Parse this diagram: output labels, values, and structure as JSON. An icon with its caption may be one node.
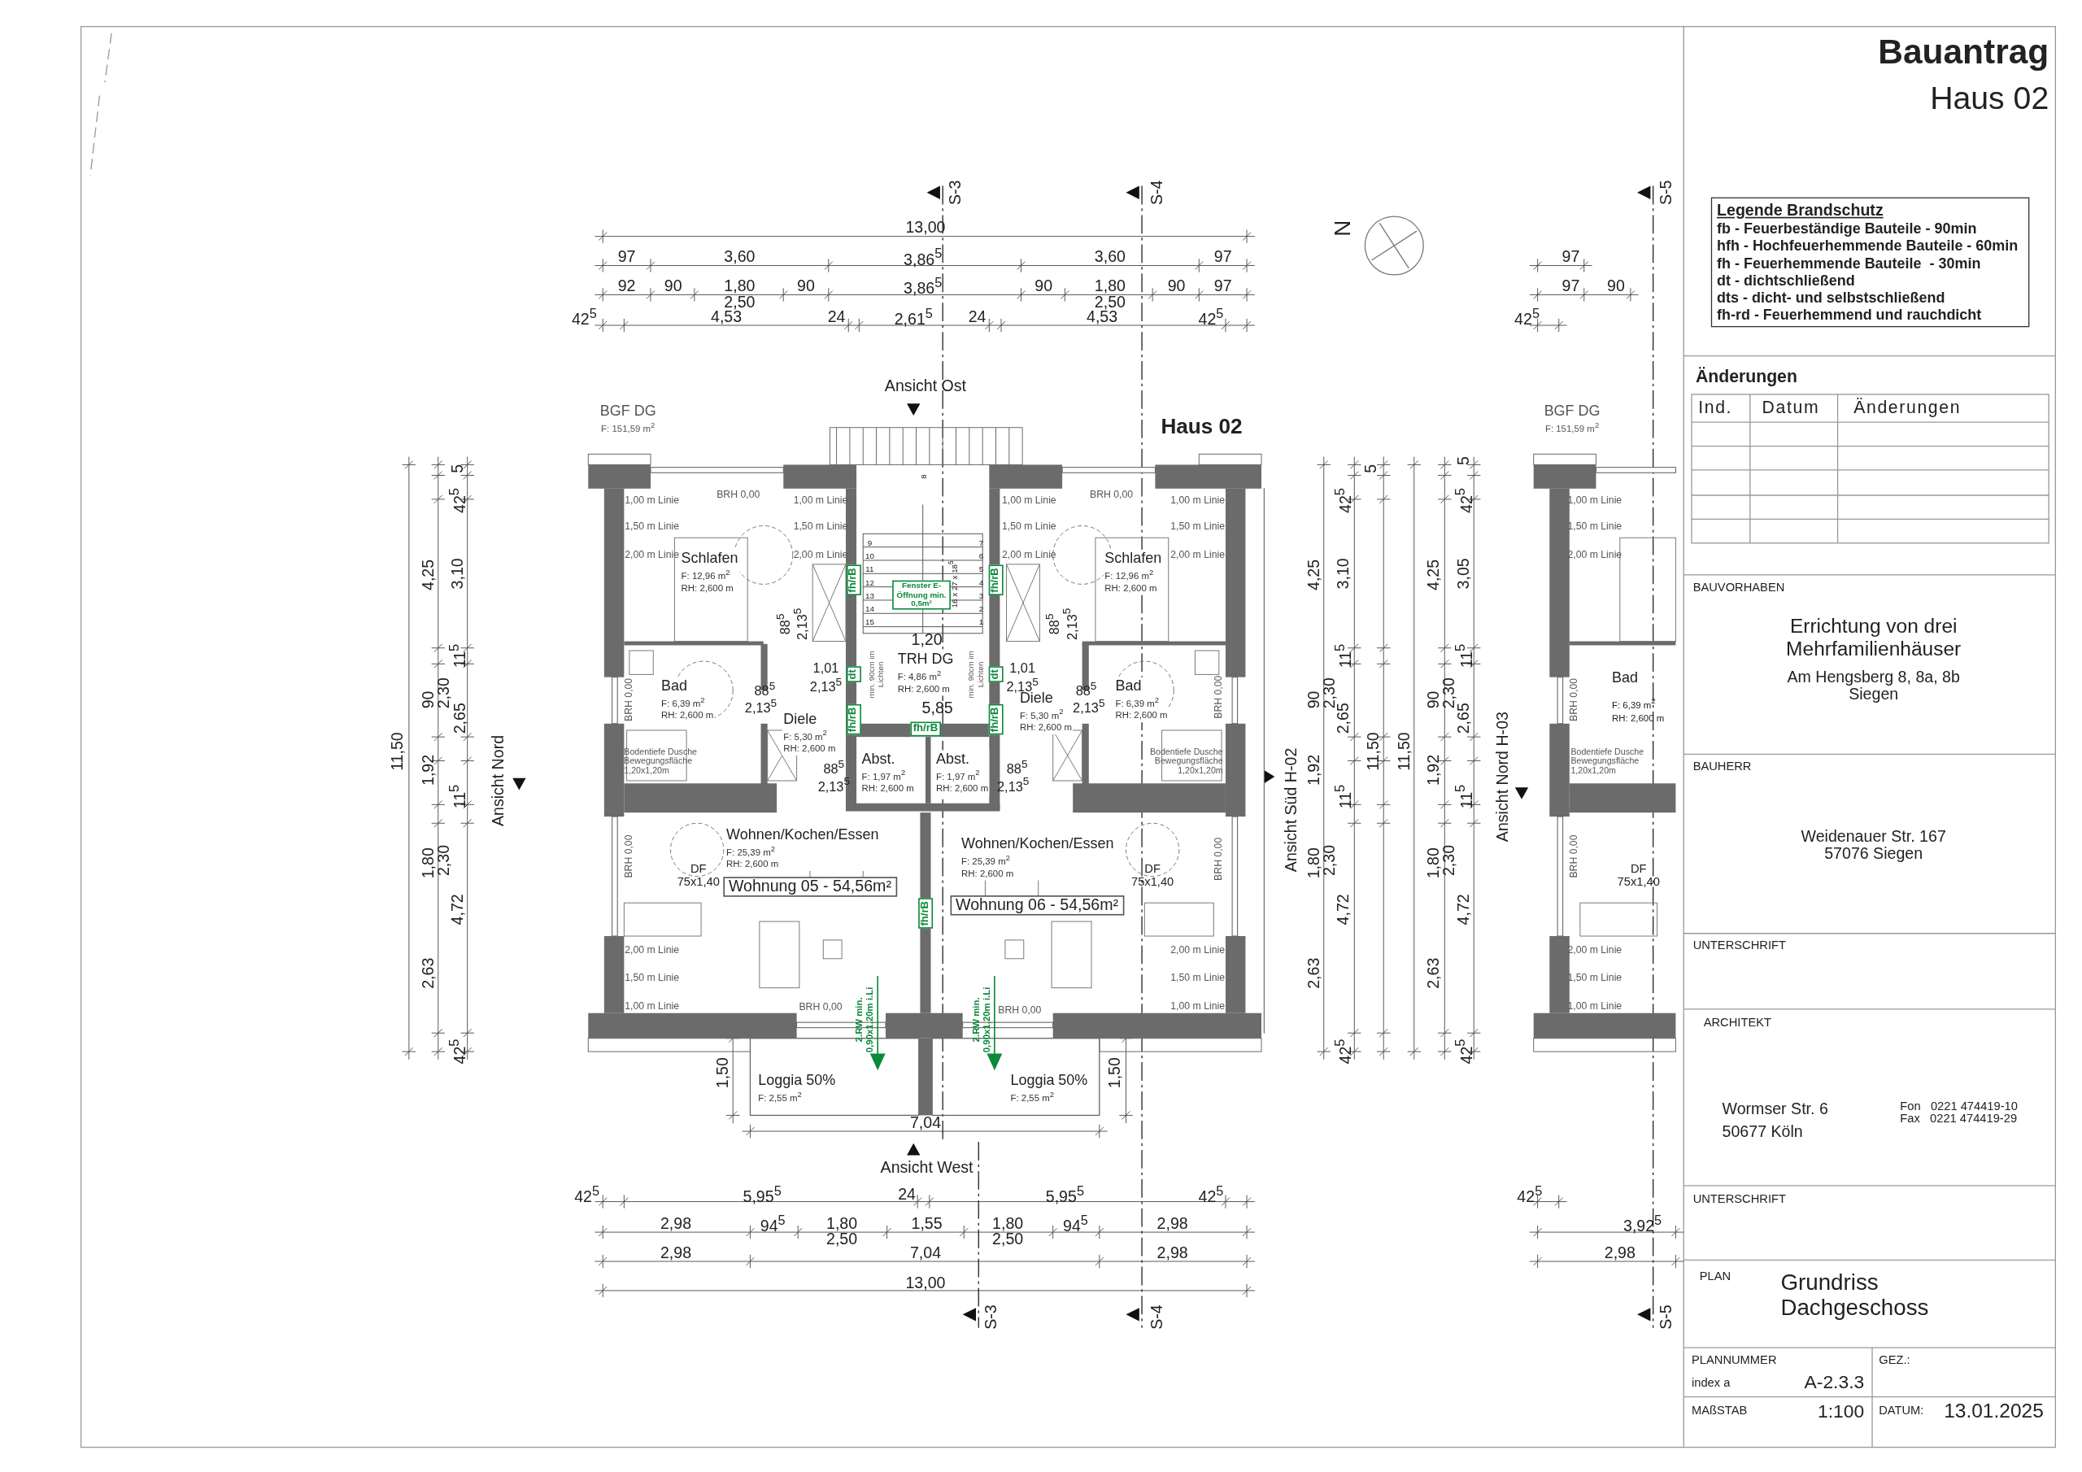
{
  "diagram": {
    "nodes": [
      {
        "text": [
          "Schlafen",
          "F: 12,96 m$^{2}$",
          "RH: 2,600 m"
        ]
      },
      {
        "text": [
          "Bad",
          "F: 6,39 m$^{2}$",
          "RH: 2,600 m"
        ]
      },
      {
        "text": [
          "Diele",
          "F: 5,30 m$^{2}$",
          "RH: 2,600 m"
        ]
      },
      {
        "text": [
          "Abst.",
          "F: 1,97 m$^{2}$",
          "RH: 2,600 m"
        ]
      },
      {
        "text": [
          "TRH DG",
          "F: 4,86 m$^{2}$",
          "RH: 2,600 m"
        ]
      },
      {
        "text": [
          "Abst.",
          "F: 1,97 m$^{2}$",
          "RH: 2,600 m"
        ]
      },
      {
        "text": [
          "Schlafen",
          "F: 12,96 m$^{2}$",
          "RH: 2,600 m"
        ]
      },
      {
        "text": [
          "Diele",
          "F: 5,30 m$^{2}$",
          "RH: 2,600 m"
        ]
      },
      {
        "text": [
          "Bad",
          "F: 6,39 m$^{2}$",
          "RH: 2,600 m"
        ]
      },
      {
        "text": [
          "Wohnen/Kochen/Essen",
          "F: 25,39 m$^{2}$",
          "RH: 2,600 m"
        ]
      },
      {
        "text": [
          "Wohnen/Kochen/Essen",
          "F: 25,39 m$^{2}$",
          "RH: 2,600 m"
        ]
      },
      {
        "text": [
          "Loggia 50%",
          "F: 2,55 m$^{2}$"
        ]
      },
      {
        "text": [
          "Loggia 50%",
          "F: 2,55 m$^{2}$"
        ]
      }
    ],
    "labels": [
      "13,00",
      "97",
      "3,60",
      "3,86$^{5}$",
      "3,60",
      "97",
      "92",
      "90",
      "1,80",
      "90",
      "3,86$^{5}$",
      "90",
      "1,80",
      "90",
      "97",
      "2,50",
      "2,50",
      "42$^{5}$",
      "4,53",
      "24",
      "2,61$^{5}$",
      "24",
      "4,53",
      "42$^{5}$",
      "S-3",
      "S-4",
      "S-5",
      "Ansicht Ost",
      "BGF DG",
      "F: 151,59 m$^{2}$",
      "Haus 02",
      "N",
      "BGF DG",
      "F: 151,59 m$^{2}$",
      "97",
      "97",
      "90",
      "42$^{5}$",
      "11,50",
      "4,25",
      "90",
      "1,92",
      "1,80",
      "2,63",
      "5",
      "42$^{5}$",
      "3,10",
      "11$^{5}$",
      "2,30",
      "2,65",
      "11$^{5}$",
      "2,30",
      "4,72",
      "42$^{5}$",
      "Ansicht Nord",
      "4,25",
      "3,10",
      "5",
      "42$^{5}$",
      "11$^{5}$",
      "90",
      "2,30",
      "2,65",
      "1,92",
      "11$^{5}$",
      "1,80",
      "2,30",
      "4,72",
      "2,63",
      "42$^{5}$",
      "11,50",
      "Ansicht Süd H-02",
      "11,50",
      "4,25",
      "3,05",
      "5",
      "42$^{5}$",
      "11$^{5}$",
      "90",
      "2,30",
      "2,65",
      "1,92",
      "11$^{5}$",
      "1,80",
      "2,30",
      "4,72",
      "2,63",
      "42$^{5}$",
      "Ansicht Nord H-03",
      "BRH 0,00",
      "1,00 m Linie",
      "1,50 m Linie",
      "2,00 m Linie",
      "1,00 m Linie",
      "1,50 m Linie",
      "2,00 m Linie",
      "88$^{5}$",
      "2,13$^{5}$",
      "BRH 0,00",
      "88$^{5}$",
      "2,13$^{5}$",
      "Bodentiefe Dusche Bewegungsfläche 1,20x1,20m",
      "1,01",
      "2,13$^{5}$",
      "dt",
      "min. 90cm im Lichten",
      "fh/rB",
      "fh/rB",
      "88$^{5}$",
      "2,13$^{5}$",
      "BRH 0,00",
      "DF 75x1,40",
      "Wohnung 05 - 54,56m²",
      "2,00 m Linie",
      "1,50 m Linie",
      "1,00 m Linie",
      "BRH 0,00",
      "2.RW min. 0,90x1,20m i.Li",
      "1,50",
      "7,04",
      "1,20",
      "5,85",
      "fh/rB",
      "Fenster E-Öffnung min. 0,5m²",
      "9",
      "10",
      "11",
      "12",
      "13",
      "14",
      "15",
      "7",
      "6",
      "5",
      "4",
      "3",
      "2",
      "1",
      "8",
      "16 x 27 x 18$^{5}$",
      "BRH 0,00",
      "1,00 m Linie",
      "1,50 m Linie",
      "2,00 m Linie",
      "1,00 m Linie",
      "1,50 m Linie",
      "2,00 m Linie",
      "88$^{5}$",
      "2,13$^{5}$",
      "fh/rB",
      "1,01",
      "2,13$^{5}$",
      "dt",
      "min. 90cm im Lichten",
      "fh/rB",
      "88$^{5}$",
      "2,13$^{5}$",
      "BRH 0,00",
      "Bodentiefe Dusche Bewegungsfläche 1,20x1,20m",
      "88$^{5}$",
      "2,13$^{5}$",
      "BRH 0,00",
      "DF 75x1,40",
      "Wohnung 06 - 54,56m²",
      "fh/rB",
      "2,00 m Linie",
      "1,50 m Linie",
      "1,00 m Linie",
      "BRH 0,00",
      "2.RW min. 0,90x1,20m i.Li",
      "1,50",
      "Ansicht West",
      "42$^{5}$",
      "5,95$^{5}$",
      "24",
      "5,95$^{5}$",
      "42$^{5}$",
      "2,98",
      "94$^{5}$",
      "1,80",
      "1,55",
      "1,80",
      "94$^{5}$",
      "2,98",
      "2,50",
      "2,50",
      "2,98",
      "7,04",
      "2,98",
      "13,00",
      "S-3",
      "S-4",
      "S-5",
      "42$^{5}$",
      "3,92$^{5}$",
      "2,98",
      "1,00 m Linie",
      "1,50 m Linie",
      "2,00 m Linie",
      "BRH 0,00",
      "Bad",
      "F: 6,39 m$^{2}$",
      "RH: 2,600 m",
      "Bodentiefe Dusche Bewegungsfläche 1,20x1,20m",
      "BRH 0,00",
      "DF 75x1,40",
      "2,00 m Linie",
      "1,50 m Linie",
      "1,00 m Linie",
      "Bauantrag",
      "Haus 02",
      "Legende Brandschutz",
      "fb - Feuerbeständige Bauteile - 90min",
      "hfh - Hochfeuerhemmende Bauteile - 60min",
      "fh - Feuerhemmende Bauteile  - 30min",
      "dt - dichtschließend",
      "dts - dicht- und selbstschließend",
      "fh-rd - Feuerhemmend und rauchdicht",
      "Änderungen",
      "Ind.",
      "Datum",
      "Änderungen",
      "BAUVORHABEN",
      "Errichtung von drei Mehrfamilienhäuser",
      "Am Hengsberg 8, 8a, 8b Siegen",
      "BAUHERR",
      "Weidenauer Str. 167 57076 Siegen",
      "UNTERSCHRIFT",
      "ARCHITEKT",
      "Wormser Str. 6",
      "50677 Köln",
      "Fon   0221 474419-10",
      "Fax   0221 474419-29",
      "UNTERSCHRIFT",
      "PLAN",
      "Grundriss Dachgeschoss",
      "PLANNUMMER",
      "index a",
      "A-2.3.3",
      "GEZ.:",
      "MAßSTAB",
      "1:100",
      "DATUM:",
      "13.01.2025"
    ]
  }
}
